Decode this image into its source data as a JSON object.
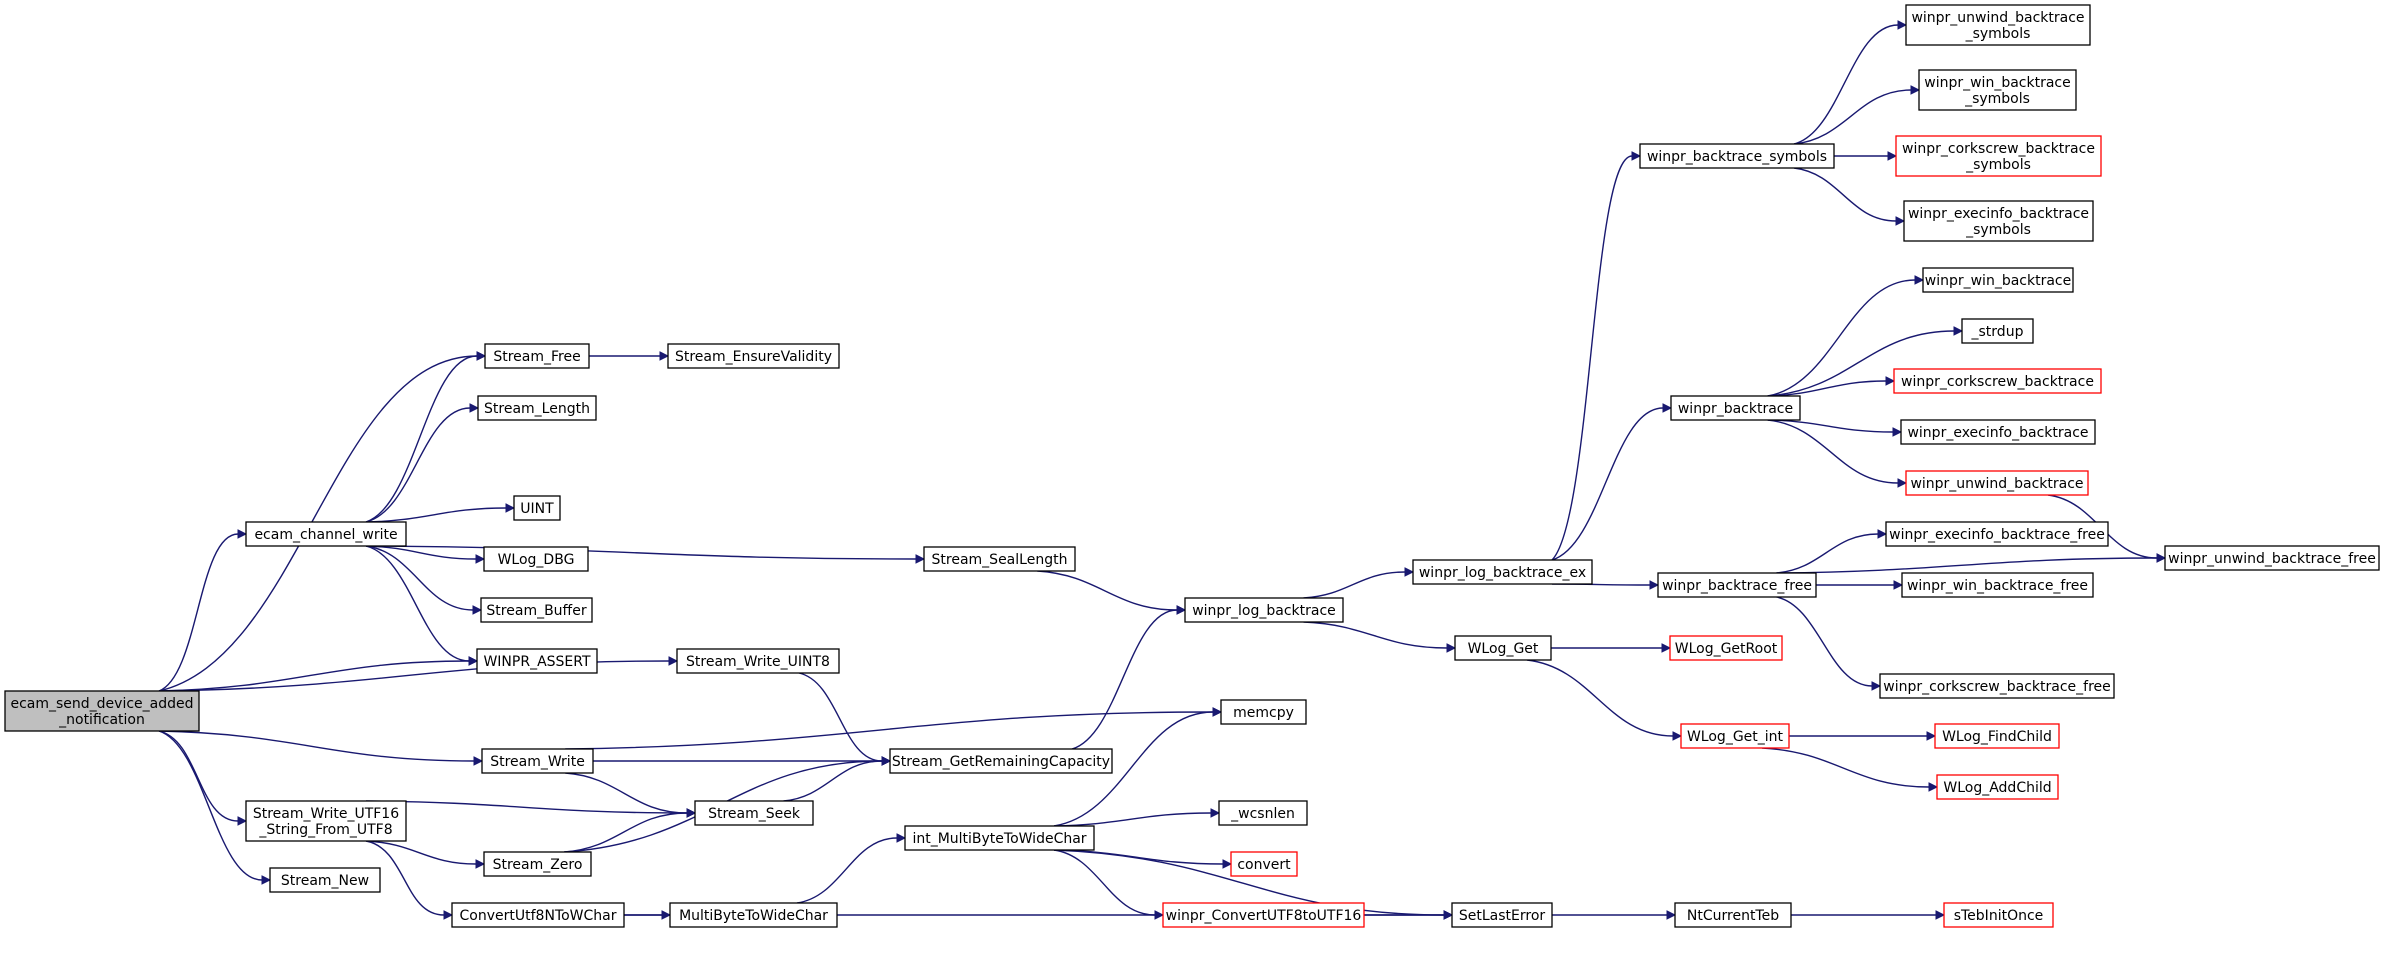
{
  "colors": {
    "edge": "#191970",
    "node_border": "#000000",
    "node_border_incomplete": "#ff0000",
    "root_fill": "#bfbfbf",
    "node_fill": "#ffffff"
  },
  "nodes": [
    {
      "id": "ecam_send",
      "lines": [
        "ecam_send_device_added",
        "_notification"
      ],
      "style": "root"
    },
    {
      "id": "Stream_Free",
      "lines": [
        "Stream_Free"
      ]
    },
    {
      "id": "Stream_EnsureValidity",
      "lines": [
        "Stream_EnsureValidity"
      ]
    },
    {
      "id": "Stream_Length",
      "lines": [
        "Stream_Length"
      ]
    },
    {
      "id": "ecam_channel_write",
      "lines": [
        "ecam_channel_write"
      ]
    },
    {
      "id": "UINT",
      "lines": [
        "UINT"
      ]
    },
    {
      "id": "WLog_DBG",
      "lines": [
        "WLog_DBG"
      ]
    },
    {
      "id": "Stream_Buffer",
      "lines": [
        "Stream_Buffer"
      ]
    },
    {
      "id": "WINPR_ASSERT",
      "lines": [
        "WINPR_ASSERT"
      ]
    },
    {
      "id": "Stream_Write_UINT8",
      "lines": [
        "Stream_Write_UINT8"
      ]
    },
    {
      "id": "Stream_Write",
      "lines": [
        "Stream_Write"
      ]
    },
    {
      "id": "Stream_Write_UTF16",
      "lines": [
        "Stream_Write_UTF16",
        "_String_From_UTF8"
      ]
    },
    {
      "id": "Stream_New",
      "lines": [
        "Stream_New"
      ]
    },
    {
      "id": "Stream_Seek",
      "lines": [
        "Stream_Seek"
      ]
    },
    {
      "id": "Stream_Zero",
      "lines": [
        "Stream_Zero"
      ]
    },
    {
      "id": "ConvertUtf8NToWChar",
      "lines": [
        "ConvertUtf8NToWChar"
      ]
    },
    {
      "id": "MultiByteToWideChar",
      "lines": [
        "MultiByteToWideChar"
      ]
    },
    {
      "id": "Stream_SealLength",
      "lines": [
        "Stream_SealLength"
      ]
    },
    {
      "id": "Stream_GetRemainingCapacity",
      "lines": [
        "Stream_GetRemainingCapacity"
      ]
    },
    {
      "id": "int_MultiByteToWideChar",
      "lines": [
        "int_MultiByteToWideChar"
      ]
    },
    {
      "id": "winpr_log_backtrace",
      "lines": [
        "winpr_log_backtrace"
      ]
    },
    {
      "id": "memcpy",
      "lines": [
        "memcpy"
      ]
    },
    {
      "id": "_wcsnlen",
      "lines": [
        "_wcsnlen"
      ]
    },
    {
      "id": "convert",
      "lines": [
        "convert"
      ],
      "style": "red"
    },
    {
      "id": "winpr_ConvertUTF8toUTF16",
      "lines": [
        "winpr_ConvertUTF8toUTF16"
      ],
      "style": "red"
    },
    {
      "id": "winpr_log_backtrace_ex",
      "lines": [
        "winpr_log_backtrace_ex"
      ]
    },
    {
      "id": "WLog_Get",
      "lines": [
        "WLog_Get"
      ]
    },
    {
      "id": "SetLastError",
      "lines": [
        "SetLastError"
      ]
    },
    {
      "id": "winpr_backtrace_symbols",
      "lines": [
        "winpr_backtrace_symbols"
      ]
    },
    {
      "id": "winpr_backtrace",
      "lines": [
        "winpr_backtrace"
      ]
    },
    {
      "id": "winpr_backtrace_free",
      "lines": [
        "winpr_backtrace_free"
      ]
    },
    {
      "id": "WLog_GetRoot",
      "lines": [
        "WLog_GetRoot"
      ],
      "style": "red"
    },
    {
      "id": "WLog_Get_int",
      "lines": [
        "WLog_Get_int"
      ],
      "style": "red"
    },
    {
      "id": "NtCurrentTeb",
      "lines": [
        "NtCurrentTeb"
      ]
    },
    {
      "id": "winpr_unwind_backtrace_symbols",
      "lines": [
        "winpr_unwind_backtrace",
        "_symbols"
      ]
    },
    {
      "id": "winpr_win_backtrace_symbols",
      "lines": [
        "winpr_win_backtrace",
        "_symbols"
      ]
    },
    {
      "id": "winpr_corkscrew_backtrace_symbols",
      "lines": [
        "winpr_corkscrew_backtrace",
        "_symbols"
      ],
      "style": "red"
    },
    {
      "id": "winpr_execinfo_backtrace_symbols",
      "lines": [
        "winpr_execinfo_backtrace",
        "_symbols"
      ]
    },
    {
      "id": "winpr_win_backtrace",
      "lines": [
        "winpr_win_backtrace"
      ]
    },
    {
      "id": "_strdup",
      "lines": [
        "_strdup"
      ]
    },
    {
      "id": "winpr_corkscrew_backtrace",
      "lines": [
        "winpr_corkscrew_backtrace"
      ],
      "style": "red"
    },
    {
      "id": "winpr_execinfo_backtrace",
      "lines": [
        "winpr_execinfo_backtrace"
      ]
    },
    {
      "id": "winpr_unwind_backtrace",
      "lines": [
        "winpr_unwind_backtrace"
      ],
      "style": "red"
    },
    {
      "id": "winpr_execinfo_backtrace_free",
      "lines": [
        "winpr_execinfo_backtrace_free"
      ]
    },
    {
      "id": "winpr_win_backtrace_free",
      "lines": [
        "winpr_win_backtrace_free"
      ]
    },
    {
      "id": "winpr_corkscrew_backtrace_free",
      "lines": [
        "winpr_corkscrew_backtrace_free"
      ]
    },
    {
      "id": "winpr_unwind_backtrace_free",
      "lines": [
        "winpr_unwind_backtrace_free"
      ]
    },
    {
      "id": "WLog_FindChild",
      "lines": [
        "WLog_FindChild"
      ],
      "style": "red"
    },
    {
      "id": "WLog_AddChild",
      "lines": [
        "WLog_AddChild"
      ],
      "style": "red"
    },
    {
      "id": "sTebInitOnce",
      "lines": [
        "sTebInitOnce"
      ],
      "style": "red"
    }
  ],
  "edges": [
    [
      "ecam_send",
      "Stream_Free"
    ],
    [
      "ecam_send",
      "ecam_channel_write"
    ],
    [
      "ecam_send",
      "WINPR_ASSERT"
    ],
    [
      "ecam_send",
      "Stream_Write_UINT8"
    ],
    [
      "ecam_send",
      "Stream_Write"
    ],
    [
      "ecam_send",
      "Stream_Write_UTF16"
    ],
    [
      "ecam_send",
      "Stream_New"
    ],
    [
      "ecam_channel_write",
      "Stream_Free"
    ],
    [
      "ecam_channel_write",
      "Stream_Length"
    ],
    [
      "ecam_channel_write",
      "Stream_SealLength"
    ],
    [
      "ecam_channel_write",
      "UINT"
    ],
    [
      "ecam_channel_write",
      "WLog_DBG"
    ],
    [
      "ecam_channel_write",
      "Stream_Buffer"
    ],
    [
      "ecam_channel_write",
      "WINPR_ASSERT"
    ],
    [
      "Stream_Free",
      "Stream_EnsureValidity"
    ],
    [
      "Stream_Write_UINT8",
      "Stream_GetRemainingCapacity"
    ],
    [
      "Stream_Write",
      "memcpy"
    ],
    [
      "Stream_Write",
      "Stream_GetRemainingCapacity"
    ],
    [
      "Stream_Write",
      "Stream_Seek"
    ],
    [
      "Stream_Write_UTF16",
      "Stream_Seek"
    ],
    [
      "Stream_Write_UTF16",
      "Stream_Zero"
    ],
    [
      "Stream_Write_UTF16",
      "ConvertUtf8NToWChar"
    ],
    [
      "Stream_Zero",
      "Stream_Seek"
    ],
    [
      "Stream_Zero",
      "Stream_GetRemainingCapacity"
    ],
    [
      "Stream_Seek",
      "Stream_GetRemainingCapacity"
    ],
    [
      "ConvertUtf8NToWChar",
      "MultiByteToWideChar"
    ],
    [
      "ConvertUtf8NToWChar",
      "SetLastError"
    ],
    [
      "MultiByteToWideChar",
      "int_MultiByteToWideChar"
    ],
    [
      "int_MultiByteToWideChar",
      "memcpy"
    ],
    [
      "int_MultiByteToWideChar",
      "SetLastError"
    ],
    [
      "int_MultiByteToWideChar",
      "_wcsnlen"
    ],
    [
      "int_MultiByteToWideChar",
      "convert"
    ],
    [
      "int_MultiByteToWideChar",
      "winpr_ConvertUTF8toUTF16"
    ],
    [
      "winpr_ConvertUTF8toUTF16",
      "SetLastError"
    ],
    [
      "Stream_SealLength",
      "winpr_log_backtrace"
    ],
    [
      "Stream_GetRemainingCapacity",
      "winpr_log_backtrace"
    ],
    [
      "winpr_log_backtrace",
      "winpr_log_backtrace_ex"
    ],
    [
      "winpr_log_backtrace",
      "WLog_Get"
    ],
    [
      "winpr_log_backtrace_ex",
      "winpr_backtrace_symbols"
    ],
    [
      "winpr_log_backtrace_ex",
      "winpr_backtrace"
    ],
    [
      "winpr_log_backtrace_ex",
      "winpr_backtrace_free"
    ],
    [
      "winpr_backtrace_symbols",
      "winpr_unwind_backtrace_symbols"
    ],
    [
      "winpr_backtrace_symbols",
      "winpr_win_backtrace_symbols"
    ],
    [
      "winpr_backtrace_symbols",
      "winpr_corkscrew_backtrace_symbols"
    ],
    [
      "winpr_backtrace_symbols",
      "winpr_execinfo_backtrace_symbols"
    ],
    [
      "winpr_backtrace",
      "winpr_win_backtrace"
    ],
    [
      "winpr_backtrace",
      "_strdup"
    ],
    [
      "winpr_backtrace",
      "winpr_corkscrew_backtrace"
    ],
    [
      "winpr_backtrace",
      "winpr_execinfo_backtrace"
    ],
    [
      "winpr_backtrace",
      "winpr_unwind_backtrace"
    ],
    [
      "winpr_unwind_backtrace",
      "winpr_unwind_backtrace_free"
    ],
    [
      "winpr_backtrace_free",
      "winpr_execinfo_backtrace_free"
    ],
    [
      "winpr_backtrace_free",
      "winpr_win_backtrace_free"
    ],
    [
      "winpr_backtrace_free",
      "winpr_unwind_backtrace_free"
    ],
    [
      "winpr_backtrace_free",
      "winpr_corkscrew_backtrace_free"
    ],
    [
      "WLog_Get",
      "WLog_GetRoot"
    ],
    [
      "WLog_Get",
      "WLog_Get_int"
    ],
    [
      "WLog_Get_int",
      "WLog_FindChild"
    ],
    [
      "WLog_Get_int",
      "WLog_AddChild"
    ],
    [
      "SetLastError",
      "NtCurrentTeb"
    ],
    [
      "NtCurrentTeb",
      "sTebInitOnce"
    ]
  ]
}
